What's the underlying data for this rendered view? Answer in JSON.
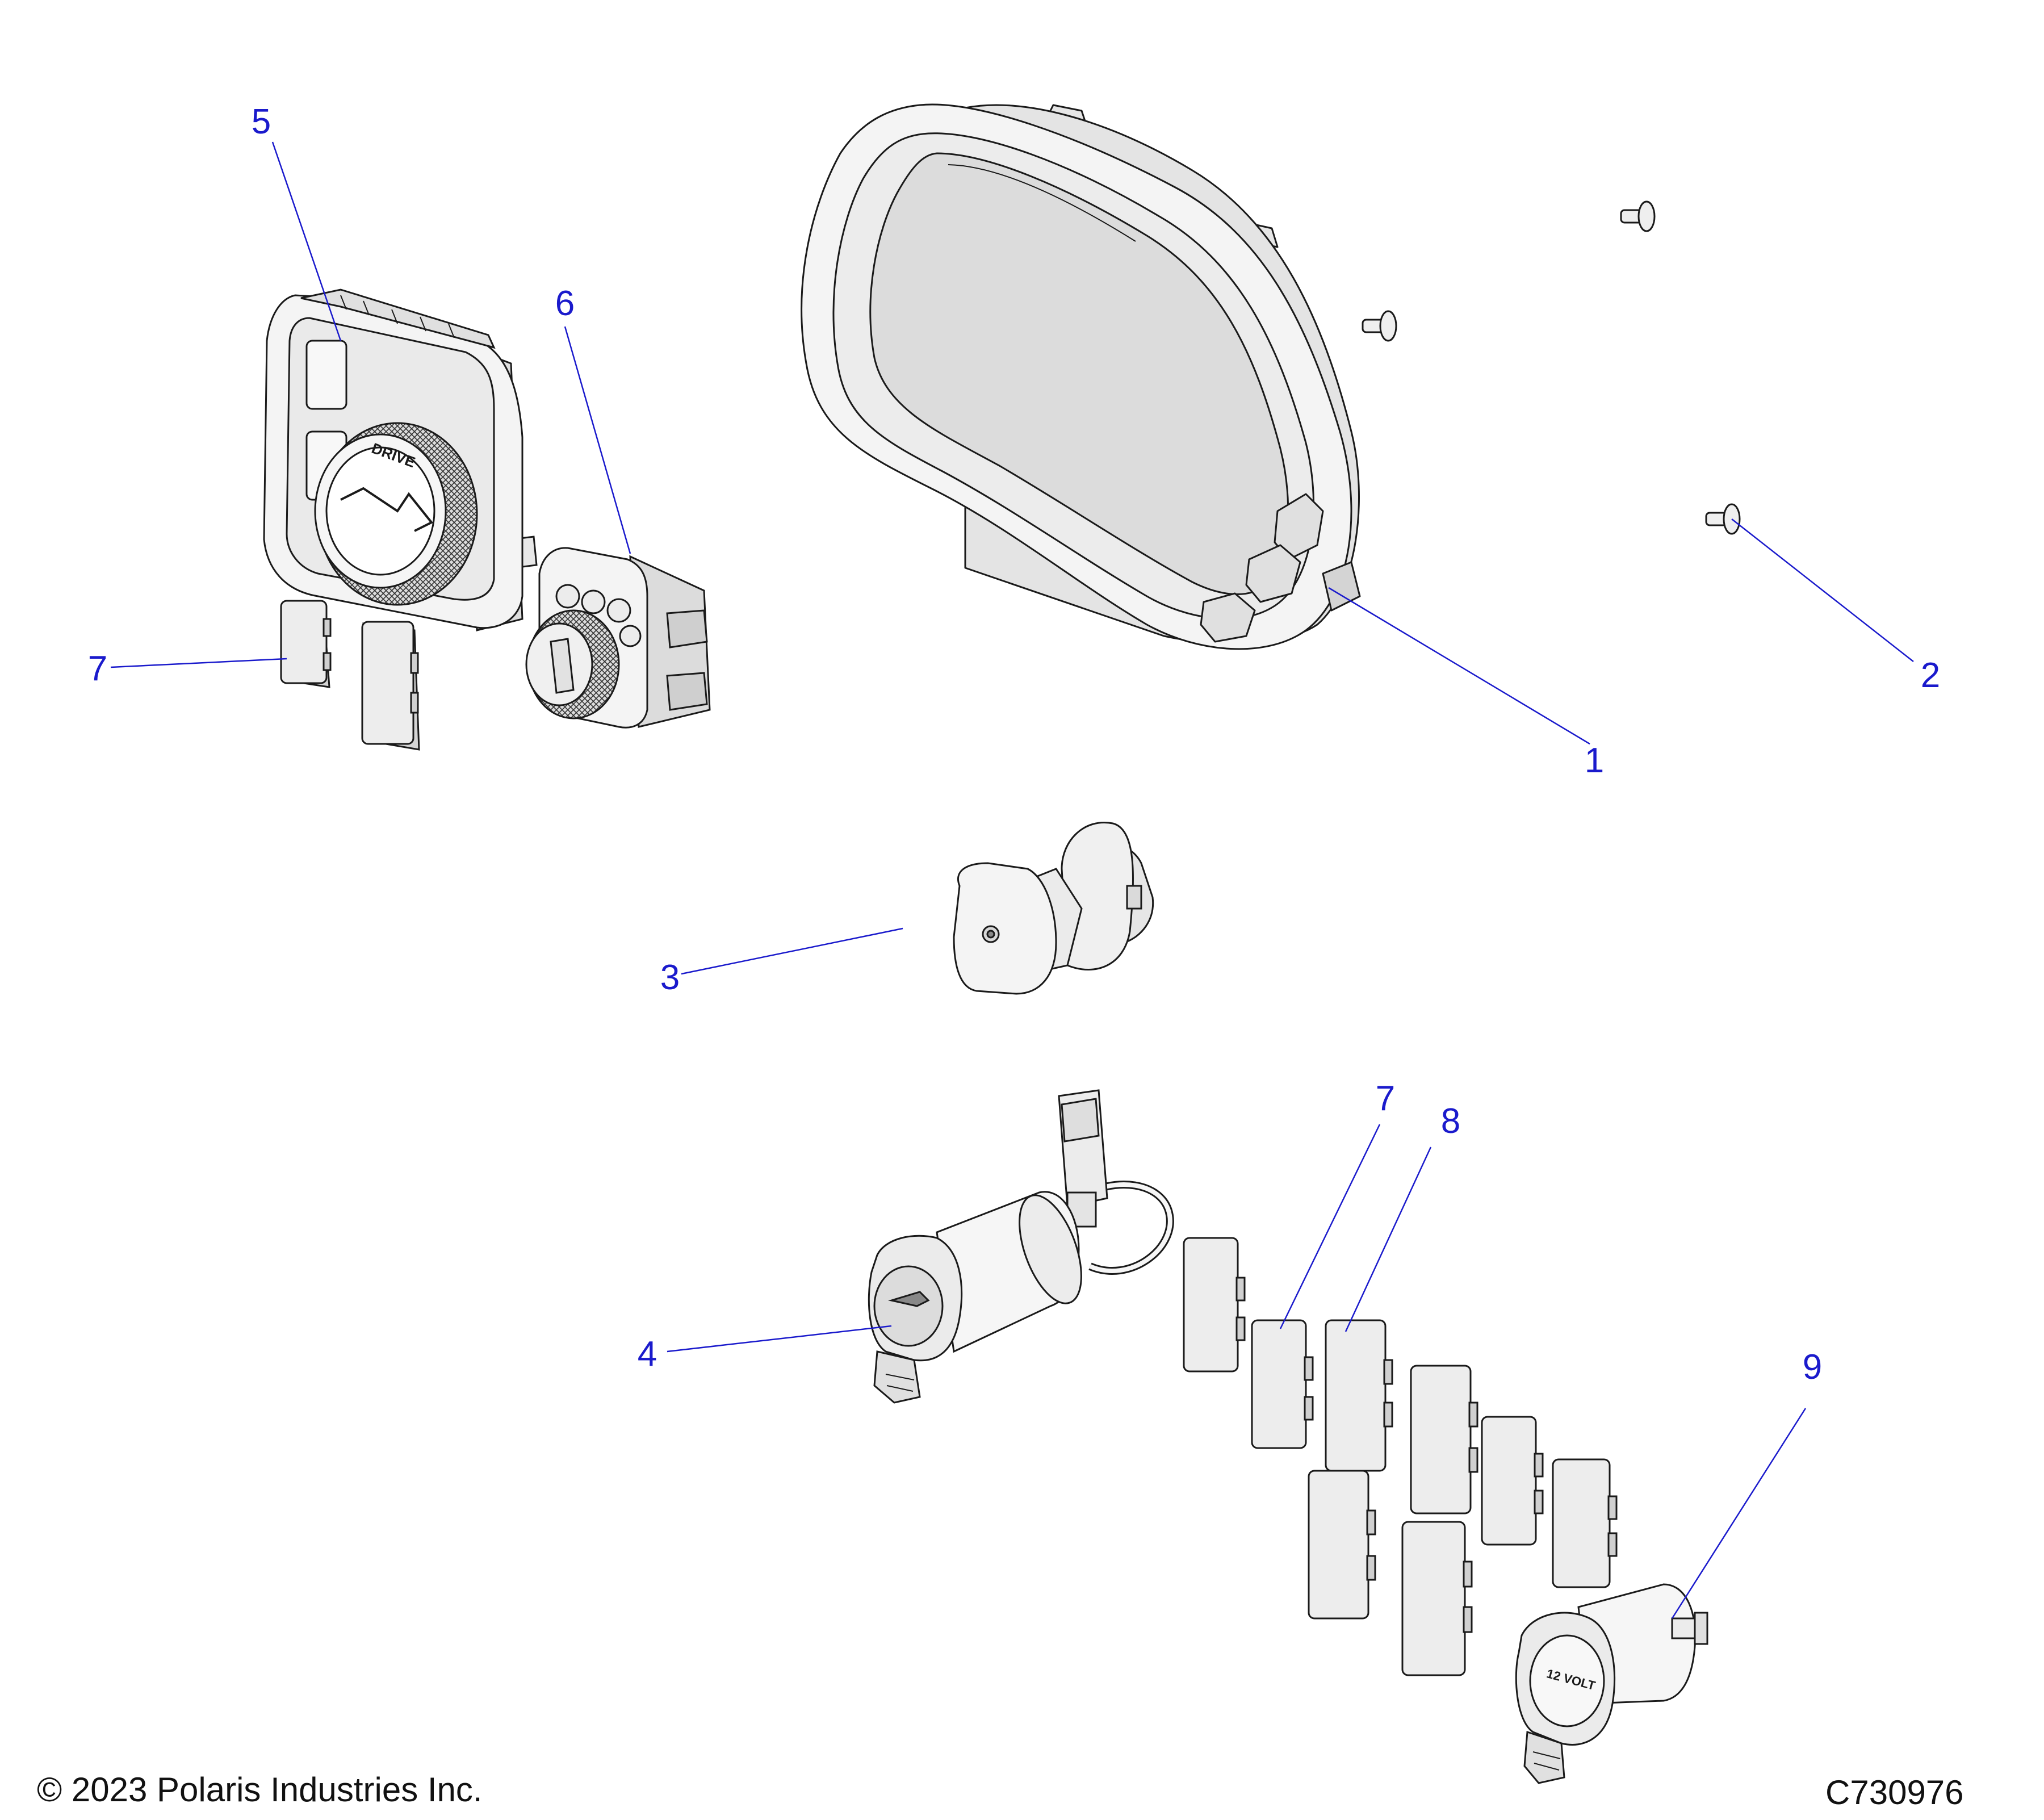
{
  "callouts": {
    "c1": "1",
    "c2": "2",
    "c3": "3",
    "c4": "4",
    "c5": "5",
    "c6": "6",
    "c7a": "7",
    "c7b": "7",
    "c8": "8",
    "c9": "9"
  },
  "footer": {
    "copyright": "© 2023 Polaris Industries Inc.",
    "figure_id": "C730976"
  },
  "part_labels": {
    "drive_knob": "DRIVE",
    "socket_12v": "12 VOLT"
  },
  "colors": {
    "leader": "#1a1acc",
    "outline": "#1a1a1a",
    "fill_light": "#f2f2f2",
    "fill_mid": "#e2e2e2",
    "fill_dark": "#cfcfcf"
  }
}
